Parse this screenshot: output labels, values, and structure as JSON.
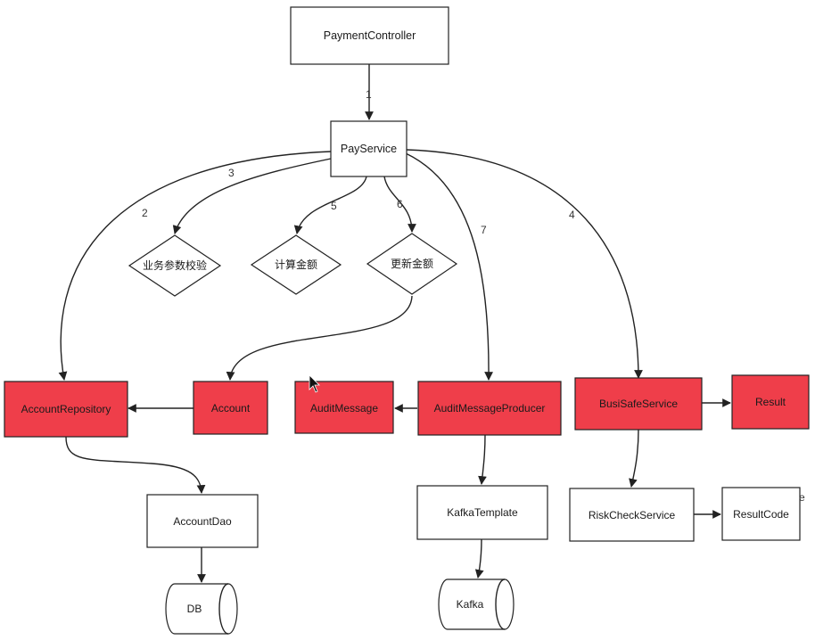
{
  "colors": {
    "highlight": "#EF3E4A",
    "line": "#222222",
    "background": "#FFFFFF"
  },
  "nodes": {
    "payment_controller": "PaymentController",
    "pay_service": "PayService",
    "param_check": "业务参数校验",
    "calc_amount": "计算金额",
    "update_amount": "更新金额",
    "account_repository": "AccountRepository",
    "account": "Account",
    "audit_message": "AuditMessage",
    "audit_message_producer": "AuditMessageProducer",
    "busi_safe_service": "BusiSafeService",
    "result": "Result",
    "account_dao": "AccountDao",
    "db": "DB",
    "kafka_template": "KafkaTemplate",
    "kafka": "Kafka",
    "risk_check_service": "RiskCheckService",
    "result_code": "ResultCode"
  },
  "edge_labels": {
    "e1": "1",
    "e2": "2",
    "e3": "3",
    "e4": "4",
    "e5": "5",
    "e6": "6",
    "e7": "7"
  },
  "stray_marks": [
    "e"
  ]
}
